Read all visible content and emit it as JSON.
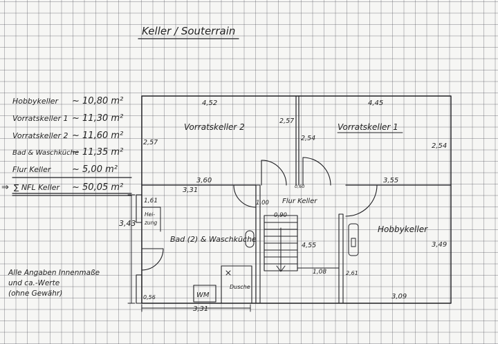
{
  "title": "Keller / Souterrain",
  "areas": [
    {
      "label": "Hobbykeller",
      "value": "~ 10,80 m²"
    },
    {
      "label": "Vorratskeller 1",
      "value": "~ 11,30 m²"
    },
    {
      "label": "Vorratskeller 2",
      "value": "~ 11,60 m²"
    },
    {
      "label": "Bad & Waschküche",
      "value": "~ 11,35 m²"
    },
    {
      "label": "Flur Keller",
      "value": "~ 5,00 m²"
    }
  ],
  "total": {
    "arrow": "⇒",
    "label": "∑ NFL Keller",
    "value": "~ 50,05 m²"
  },
  "note": [
    "Alle Angaben Innenmaße",
    "und ca.-Werte",
    "(ohne Gewähr)"
  ],
  "rooms": {
    "vorratskeller2": "Vorratskeller 2",
    "vorratskeller1": "Vorratskeller 1",
    "flur": "Flur Keller",
    "hobbykeller": "Hobbykeller",
    "bad": "Bad (2) & Waschküche",
    "heizung": [
      "Hei-",
      "zung"
    ],
    "dusche": "Dusche",
    "wm": "WM"
  },
  "dimensions": {
    "d_452": "4,52",
    "d_445": "4,45",
    "d_257_left": "2,57",
    "d_257_mid": "2,57",
    "d_254_mid": "2,54",
    "d_254_right": "2,54",
    "d_360": "3,60",
    "d_331_top": "3,31",
    "d_355": "3,55",
    "d_060": "0,60",
    "d_100": "1,00",
    "d_090": "0,90",
    "d_161": "1,61",
    "d_343": "3,43",
    "d_455": "4,55",
    "d_108": "1,08",
    "d_261": "2,61",
    "d_349": "3,49",
    "d_309": "3,09",
    "d_056": "0,56",
    "d_331_bottom": "3,31"
  }
}
